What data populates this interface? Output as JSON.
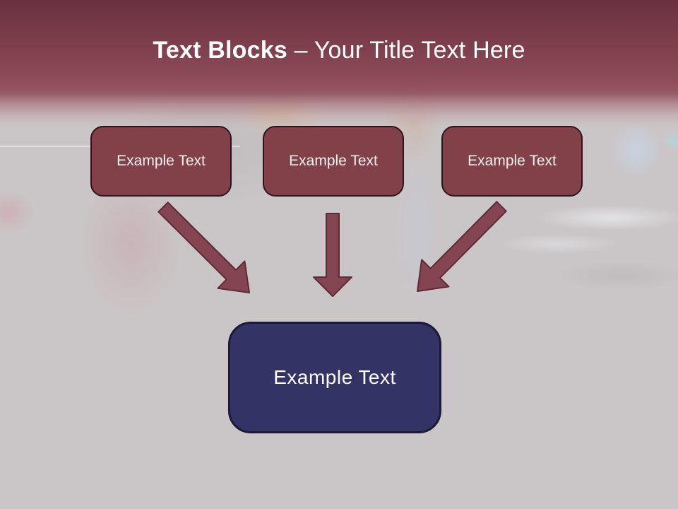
{
  "slide": {
    "header": {
      "title_bold": "Text Blocks",
      "title_regular": " – Your Title Text Here"
    },
    "top_boxes": [
      {
        "label": "Example Text"
      },
      {
        "label": "Example Text"
      },
      {
        "label": "Example Text"
      }
    ],
    "center_box": {
      "label": "Example Text"
    },
    "icons": [
      "arrow-down-right-icon",
      "arrow-down-icon",
      "arrow-down-left-icon"
    ],
    "colors": {
      "header_top": "#6a3140",
      "header_mid": "#8d4c59",
      "box_fill": "#824149",
      "box_border": "#2c161c",
      "arrow_fill": "#854451",
      "arrow_stroke": "#5e2b35",
      "center_fill": "#343365",
      "center_border": "#1b1a38",
      "background": "#cac6c7",
      "title_text": "#ffffff"
    }
  }
}
